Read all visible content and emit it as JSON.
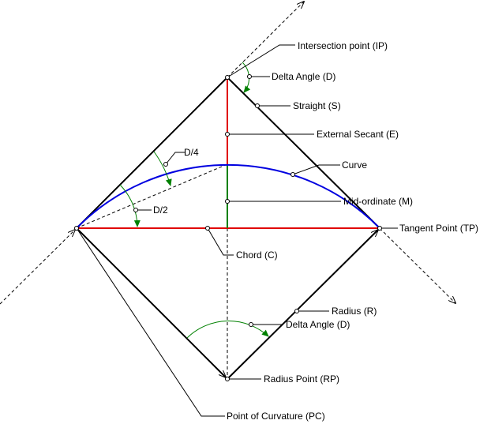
{
  "labels": {
    "ip": "Intersection point (IP)",
    "delta_ip": "Delta Angle (D)",
    "straight": "Straight (S)",
    "external": "External Secant (E)",
    "curve": "Curve",
    "mid": "Mid-ordinate (M)",
    "tp": "Tangent  Point (TP)",
    "chord": "Chord (C)",
    "radius": "Radius (R)",
    "delta_rp": "Delta Angle (D)",
    "rp": "Radius Point (RP)",
    "pc": "Point of Curvature (PC)",
    "d4": "D/4",
    "d2": "D/2"
  },
  "colors": {
    "line": "#000000",
    "red": "#e00000",
    "green": "#008000",
    "blue": "#0000e0"
  }
}
